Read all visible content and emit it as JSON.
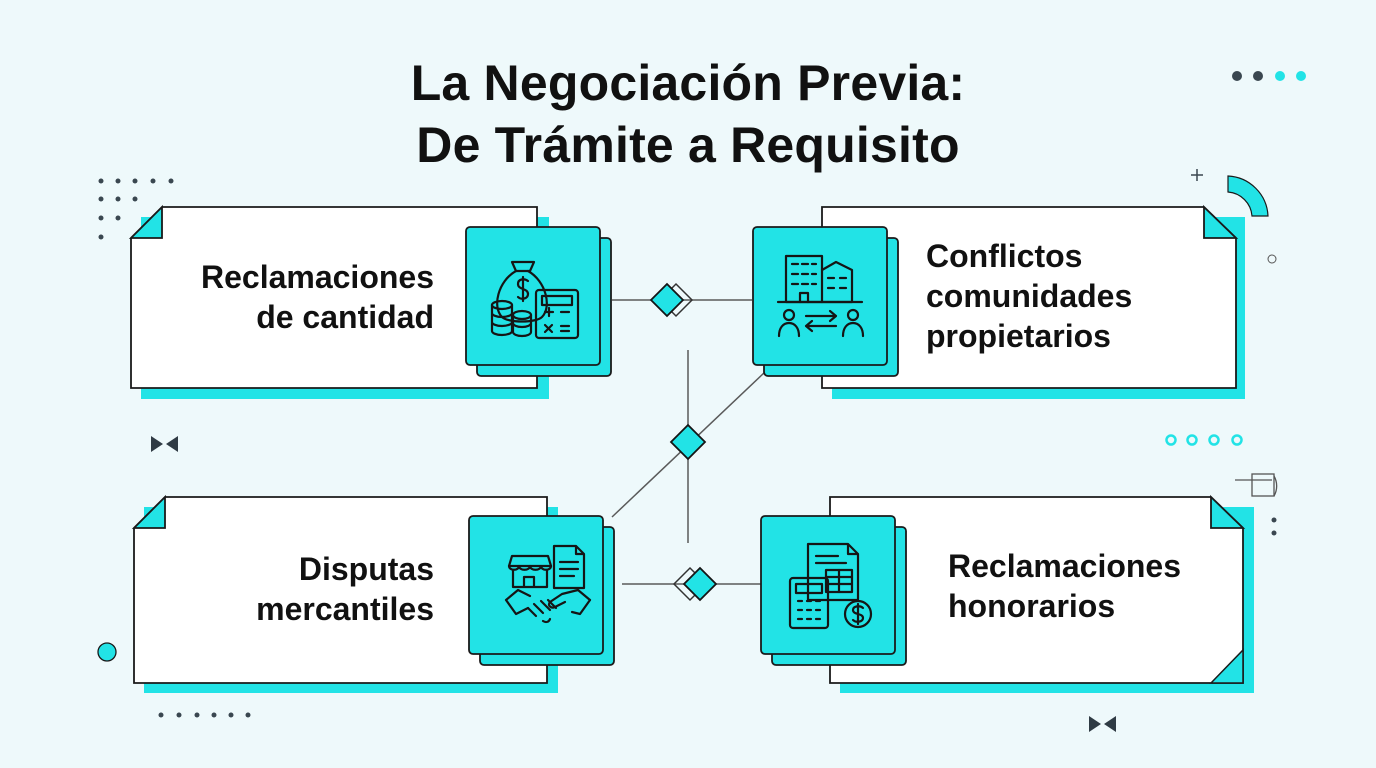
{
  "title": {
    "line1": "La Negociación Previa:",
    "line2": "De Trámite a Requisito"
  },
  "cards": [
    {
      "id": "reclamaciones-cantidad",
      "lines": [
        "Reclamaciones",
        "de cantidad"
      ],
      "icon": "money-bag-coins-calculator-icon"
    },
    {
      "id": "conflictos-comunidades",
      "lines": [
        "Conflictos",
        "comunidades",
        "propietarios"
      ],
      "icon": "buildings-people-exchange-icon"
    },
    {
      "id": "disputas-mercantiles",
      "lines": [
        "Disputas",
        "mercantiles"
      ],
      "icon": "shop-document-handshake-icon"
    },
    {
      "id": "reclamaciones-honorarios",
      "lines": [
        "Reclamaciones",
        "honorarios"
      ],
      "icon": "invoice-calculator-dollar-icon"
    }
  ],
  "colors": {
    "background": "#eef9fb",
    "accent": "#22e3e6",
    "ink": "#111111",
    "line": "#555555",
    "dots": "#3a4750"
  }
}
